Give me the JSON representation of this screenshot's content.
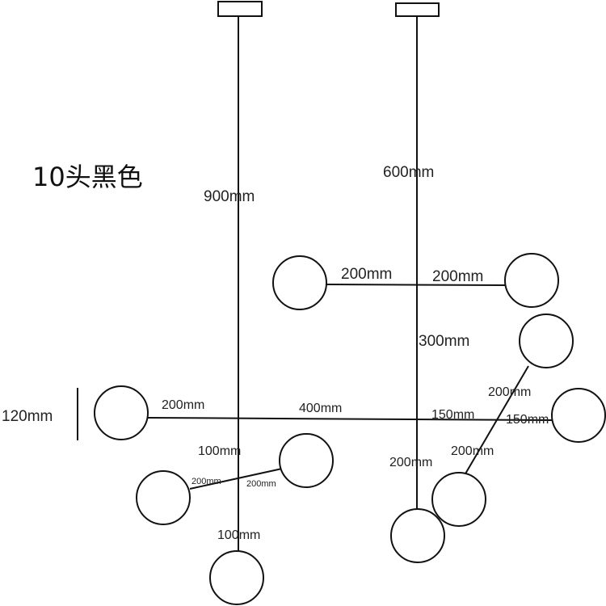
{
  "title": "10头黑色",
  "colors": {
    "line": "#111111",
    "background": "#ffffff",
    "text": "#222222"
  },
  "labels": {
    "rod_left": "900mm",
    "rod_right": "600mm",
    "arm_upper_left": "200mm",
    "arm_upper_right": "200mm",
    "drop_right_300": "300mm",
    "bar_height": "120mm",
    "main_left": "200mm",
    "main_middle": "400mm",
    "main_right": "150mm",
    "far_right": "150mm",
    "diag_upper": "200mm",
    "diag_lower": "200mm",
    "left_drop_100_upper": "100mm",
    "small_arm_left": "200mm",
    "small_arm_right": "200mm",
    "left_drop_100_lower": "100mm",
    "right_drop_200": "200mm"
  }
}
